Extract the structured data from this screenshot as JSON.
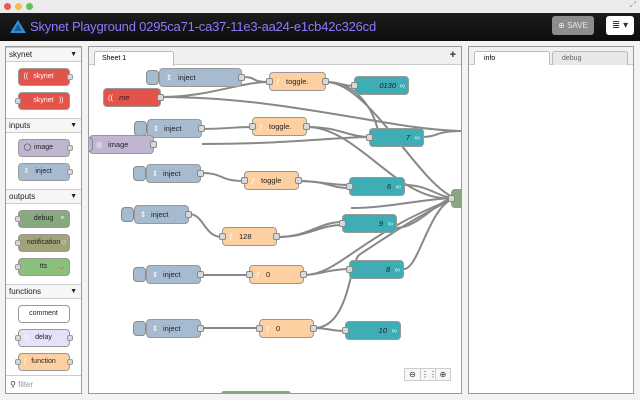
{
  "window": {
    "traffic_lights": [
      "#ee5a52",
      "#f5bf4f",
      "#61c454"
    ]
  },
  "header": {
    "title": "Skynet Playground 0295ca71-ca37-11e3-aa24-e1cb42c326cd",
    "logo_icon": "skynet-logo-icon",
    "save_label": "SAVE",
    "save_icon": "upload-icon",
    "menu_icon": "hamburger-menu-icon"
  },
  "palette": {
    "categories": [
      {
        "name": "skynet",
        "nodes": [
          "skynet",
          "skynet"
        ]
      },
      {
        "name": "inputs",
        "nodes": [
          "image",
          "inject"
        ]
      },
      {
        "name": "outputs",
        "nodes": [
          "debug",
          "notification",
          "tts"
        ]
      },
      {
        "name": "functions",
        "nodes": [
          "comment",
          "delay",
          "function"
        ]
      }
    ],
    "filter_placeholder": "filter"
  },
  "workspace": {
    "tabs": [
      "Sheet 1"
    ],
    "add_tab_label": "+",
    "nodes": {
      "inject1": "inject",
      "me": "me",
      "toggle1": "toggle.",
      "debug0130": "0130",
      "inject2": "inject",
      "image": "image",
      "toggle2": "toggle.",
      "debug7": "7",
      "inject3": "inject",
      "toggle3": "toggle",
      "debug6": "6",
      "inject4": "inject",
      "func128": "128",
      "debug9": "9",
      "inject5": "inject",
      "func0a": "0",
      "debug8": "8",
      "inject6": "inject",
      "func0b": "0",
      "debug10": "10"
    },
    "zoom_controls": {
      "zoom_out": "−",
      "reset": "⁞⁞⁞",
      "zoom_in": "+"
    }
  },
  "sidebar": {
    "tabs": [
      "info",
      "debug"
    ],
    "active_tab": "info"
  }
}
